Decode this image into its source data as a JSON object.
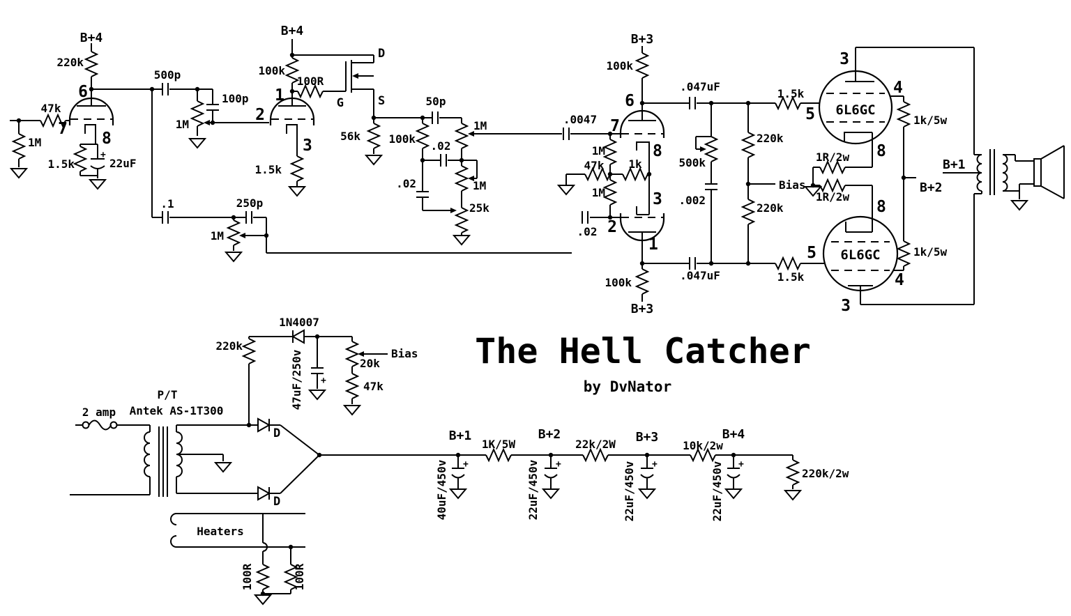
{
  "title": {
    "main": "The Hell Catcher",
    "byline": "by DvNator"
  },
  "v1a": {
    "supply": "B+4",
    "plate_r": "220k",
    "grid_stopper": "47k",
    "grid_leak": "1M",
    "cathode_r": "1.5k",
    "cathode_cap": "22uF",
    "plus": "+",
    "pin_plate": "6",
    "pin_grid": "7",
    "pin_cathode": "8"
  },
  "coupling1": {
    "cap": "500p",
    "bright_cap": "100p",
    "pot": "1M"
  },
  "v1b": {
    "supply": "B+4",
    "plate_r": "100k",
    "gate_r": "100R",
    "drain": "D",
    "gate": "G",
    "source": "S",
    "source_r": "56k",
    "cathode_r": "1.5k",
    "pin_plate": "1",
    "pin_grid": "2",
    "pin_cathode": "3"
  },
  "volume": {
    "cap": ".1",
    "bright_cap": "250p",
    "pot": "1M"
  },
  "tone": {
    "treble_cap": "50p",
    "slope_r": "100k",
    "mid_cap": ".02",
    "treble_pot": "1M",
    "bass_cap": ".02",
    "bass_pot": "1M",
    "mid_pot": "25k"
  },
  "pi": {
    "input_cap": ".0047",
    "grid_r1": "1M",
    "tail_r": "47k",
    "cathode_r": "1k",
    "grid_r2": "1M",
    "input_cap2": ".02",
    "supply_top": "B+3",
    "plate_r_top": "100k",
    "supply_bottom": "B+3",
    "plate_r_bottom": "100k",
    "pin1": "1",
    "pin2": "2",
    "pin3": "3",
    "pin6": "6",
    "pin7": "7",
    "pin8": "8"
  },
  "coupling_out": {
    "cap_top": ".047uF",
    "grid_stop_top": "1.5k",
    "cap_bottom": ".047uF",
    "grid_stop_bottom": "1.5k",
    "fb_pot": "500k",
    "fb_cap": ".002",
    "bias_r1": "220k",
    "bias_r2": "220k",
    "bias": "Bias"
  },
  "power_amp": {
    "tube_top": "6L6GC",
    "tube_bottom": "6L6GC",
    "screen_r_top": "1k/5w",
    "screen_r_bottom": "1k/5w",
    "cathode_r_top": "1R/2w",
    "cathode_r_bottom": "1R/2w",
    "b1": "B+1",
    "b2": "B+2",
    "pin3_top": "3",
    "pin4_top": "4",
    "pin5_top": "5",
    "pin8_top": "8",
    "pin3_bottom": "3",
    "pin4_bottom": "4",
    "pin5_bottom": "5",
    "pin8_bottom": "8"
  },
  "bias_supply": {
    "diode": "1N4007",
    "feed_r": "220k",
    "cap": "47uF/250v",
    "plus": "+",
    "pot": "20k",
    "lower_r": "47k",
    "bias": "Bias"
  },
  "pt": {
    "fuse": "2 amp",
    "name1": "P/T",
    "name2": "Antek AS-1T300",
    "d1": "D",
    "d2": "D",
    "heaters": "Heaters",
    "hum_r1": "100R",
    "hum_r2": "100R"
  },
  "rail": {
    "b1": "B+1",
    "r1": "1K/5W",
    "b2": "B+2",
    "r2": "22k/2W",
    "b3": "B+3",
    "r3": "10k/2w",
    "b4": "B+4",
    "c1": "40uF/450v",
    "c2": "22uF/450v",
    "c3": "22uF/450v",
    "c4": "22uF/450v",
    "bleed_r": "220k/2w",
    "plus": "+"
  }
}
